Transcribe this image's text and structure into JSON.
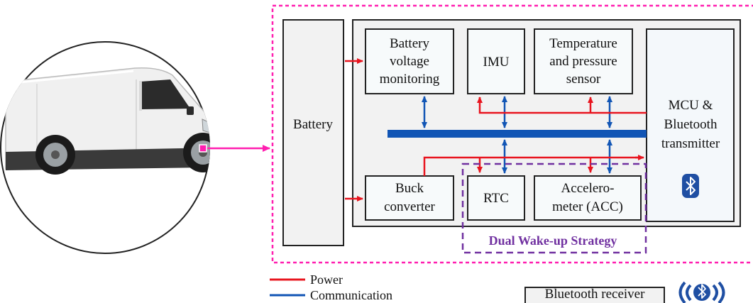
{
  "blocks": {
    "battery": "Battery",
    "battery_voltage_monitoring": [
      "Battery",
      "voltage",
      "monitoring"
    ],
    "imu": "IMU",
    "temp_pressure_sensor": [
      "Temperature",
      "and pressure",
      "sensor"
    ],
    "mcu_bluetooth": [
      "MCU &",
      "Bluetooth",
      "transmitter"
    ],
    "buck_converter": [
      "Buck",
      "converter"
    ],
    "rtc": "RTC",
    "accelerometer": [
      "Accelero-",
      "meter (ACC)"
    ],
    "bluetooth_receiver": "Bluetooth receiver"
  },
  "strategy_label": "Dual Wake-up Strategy",
  "legend": {
    "power": "Power",
    "communication": "Communication"
  },
  "colors": {
    "power": "#e8141e",
    "communication": "#1155b5",
    "boundary": "#ff1fb0",
    "strategy": "#7030a0",
    "block_fill": "#f2f2f2",
    "mcu_fill": "#f4f8fb",
    "bluetooth_icon": "#1f4fa3"
  },
  "icons": {
    "vehicle": "white-van-image",
    "bluetooth_symbol": "bluetooth-icon",
    "bluetooth_signal": "bluetooth-signal-icon"
  }
}
